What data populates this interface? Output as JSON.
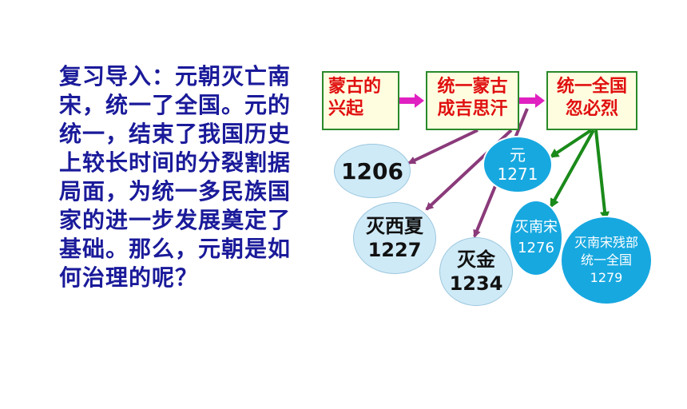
{
  "intro_text": "复习导入：元朝灭亡南宋，统一了全国。元的统一，结束了我国历史上较长时间的分裂割据局面，为统一多民族国家的进一步发展奠定了基础。那么，元朝是如何治理的呢？",
  "boxes": {
    "rise": {
      "line1": "蒙古的",
      "line2": "兴起"
    },
    "unify_mongol": {
      "line1": "统一蒙古",
      "line2": "成吉思汗"
    },
    "unify_country": {
      "line1": "统一全国",
      "line2": "忽必烈"
    }
  },
  "events": {
    "e1206": {
      "year": "1206"
    },
    "xixia": {
      "label": "灭西夏",
      "year": "1227"
    },
    "jin": {
      "label": "灭金",
      "year": "1234"
    },
    "yuan": {
      "label": "元",
      "year": "1271"
    },
    "nansong": {
      "label": "灭南宋",
      "year": "1276"
    },
    "canbu": {
      "line1": "灭南宋残部",
      "line2": "统一全国",
      "year": "1279"
    }
  },
  "colors": {
    "box_border": "#2a8a2a",
    "box_text": "#e01010",
    "intro_text": "#1a1a9a",
    "magenta_arrow": "#e020c0",
    "purple_arrow": "#8a3a7a",
    "green_arrow": "#1a8a1a",
    "ellipse_light": "#cfeaf7",
    "ellipse_blue": "#17a8e0"
  }
}
